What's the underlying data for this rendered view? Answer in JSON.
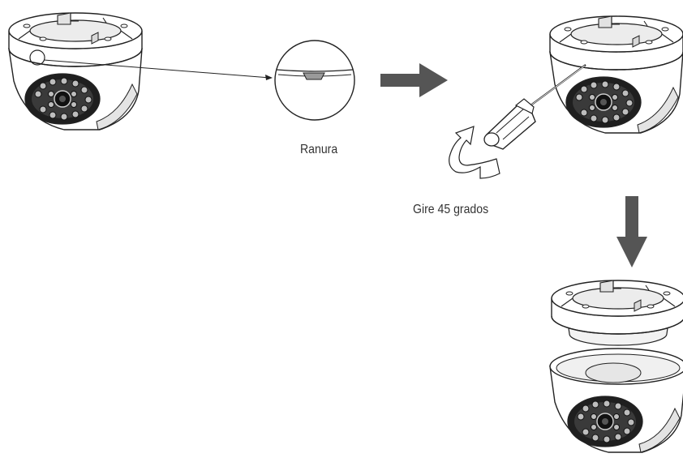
{
  "labels": {
    "slot": "Ranura",
    "rotate": "Gire 45 grados"
  },
  "colors": {
    "line": "#222222",
    "body": "#ffffff",
    "shade": "#dcdcdc",
    "dark": "#2a2a2a",
    "arrow": "#555555"
  },
  "icons": [
    "dome-camera",
    "magnifier-callout",
    "right-arrow",
    "screwdriver",
    "rotate-arrow",
    "down-arrow"
  ]
}
